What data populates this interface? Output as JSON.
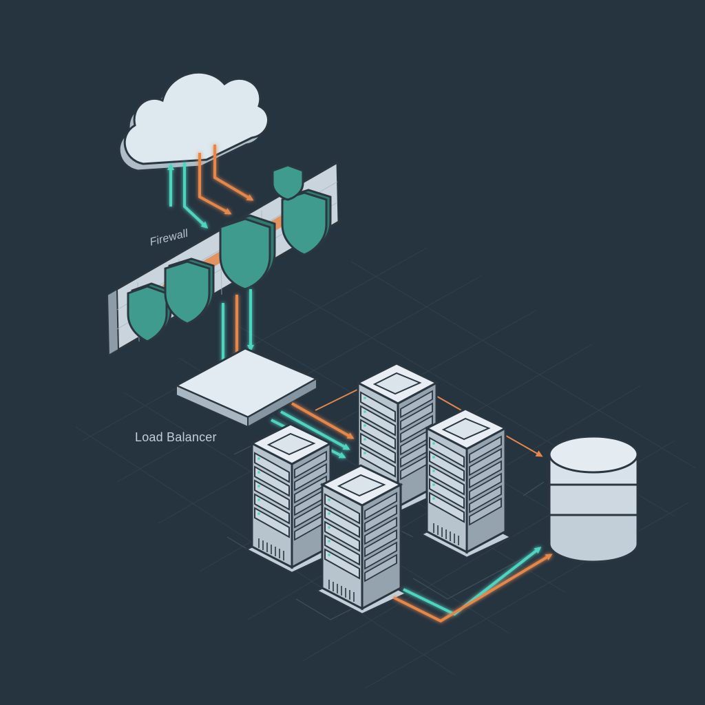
{
  "labels": {
    "firewall": "Firewall",
    "load_balancer": "Load Balancer"
  },
  "colors": {
    "background": "#263440",
    "grid": "#33414d",
    "cloud_fill": "#dde8ef",
    "outline": "#2a3640",
    "shield_fill": "#3f9b8e",
    "teal_arrow": "#4fd4c0",
    "orange_arrow": "#e5874a",
    "server_light": "#e8eef3",
    "server_mid": "#b7c4ce",
    "server_dark": "#94a3ae",
    "database_fill": "#d8e2ea"
  },
  "nodes": [
    {
      "id": "cloud",
      "icon": "cloud-icon"
    },
    {
      "id": "firewall",
      "icon": "shield-icon"
    },
    {
      "id": "load-balancer",
      "icon": "platform-icon"
    },
    {
      "id": "server-1",
      "icon": "server-rack-icon"
    },
    {
      "id": "server-2",
      "icon": "server-rack-icon"
    },
    {
      "id": "server-3",
      "icon": "server-rack-icon"
    },
    {
      "id": "server-4",
      "icon": "server-rack-icon"
    },
    {
      "id": "database",
      "icon": "database-icon"
    }
  ]
}
